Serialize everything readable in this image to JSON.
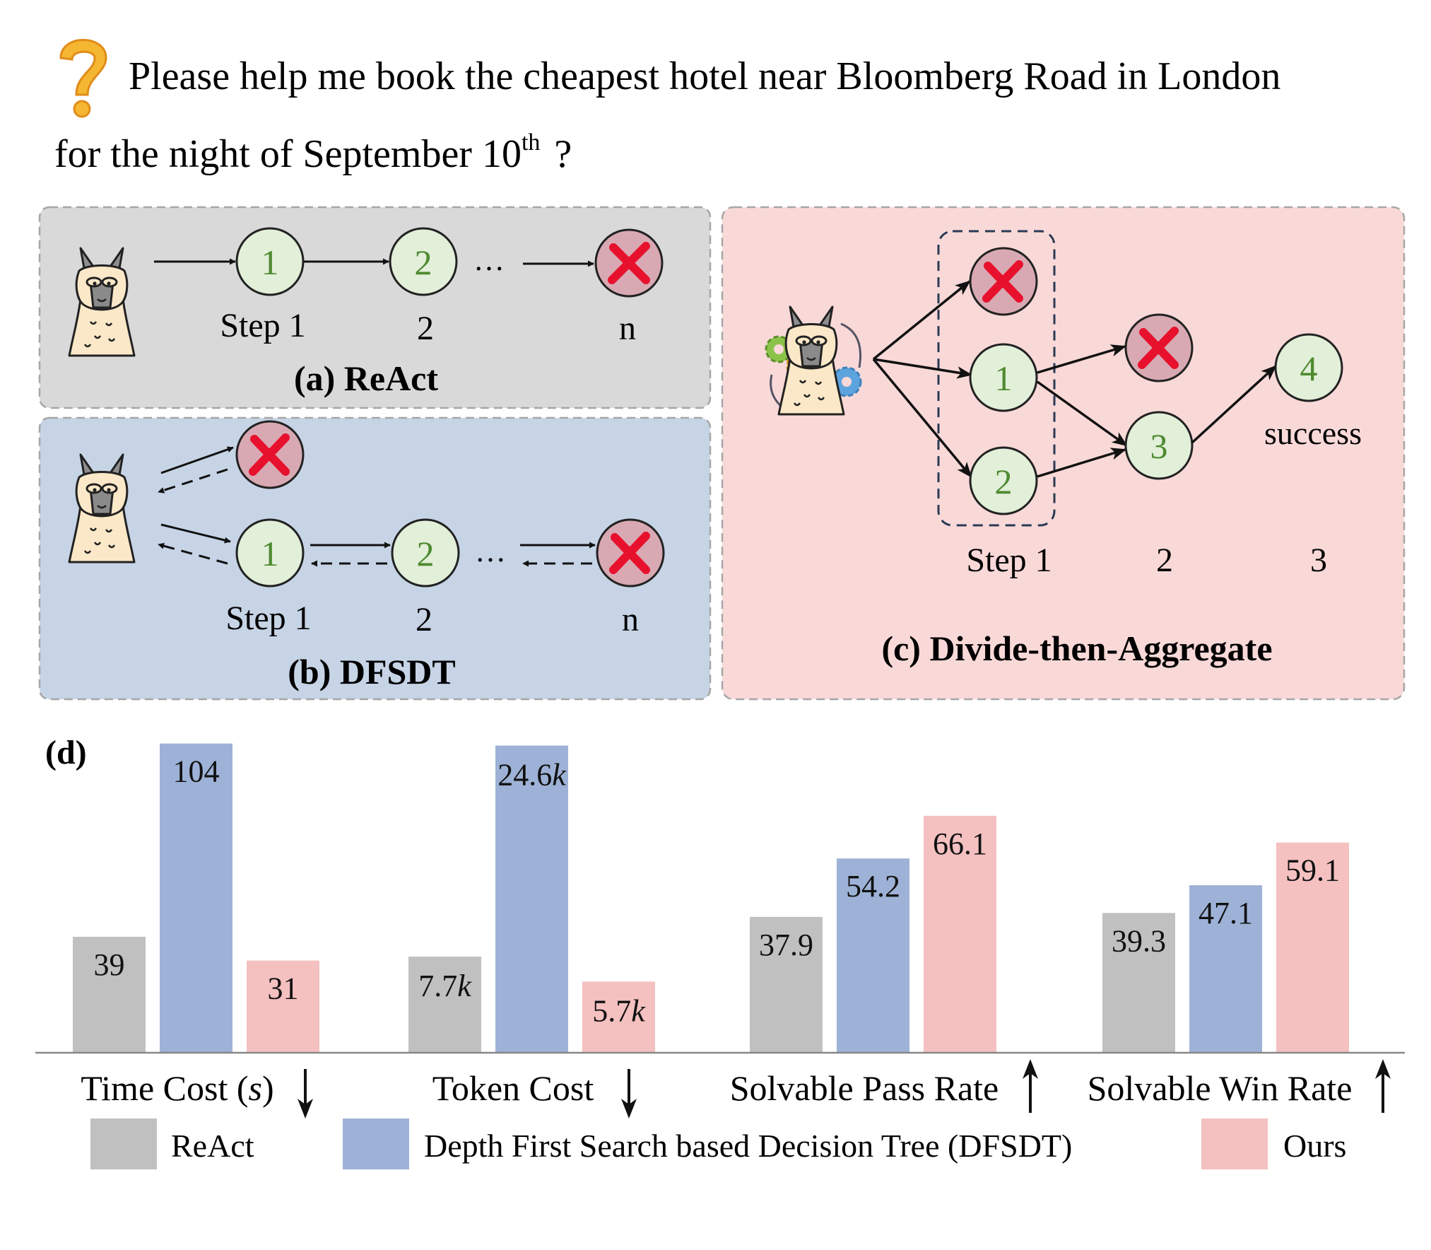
{
  "question": {
    "line1": "Please help me book the cheapest hotel near Bloomberg Road in London",
    "line2_pre": "for the night of September 10",
    "line2_sup": "th",
    "line2_post": "?"
  },
  "panel_a": {
    "title": "(a) ReAct",
    "nodes": [
      "1",
      "2"
    ],
    "ellipsis": "…",
    "step_labels": [
      "Step 1",
      "2",
      "n"
    ]
  },
  "panel_b": {
    "title": "(b) DFSDT",
    "nodes": [
      "1",
      "2"
    ],
    "ellipsis": "…",
    "step_labels": [
      "Step 1",
      "2",
      "n"
    ]
  },
  "panel_c": {
    "title": "(c) Divide-then-Aggregate",
    "nodes": [
      "1",
      "2",
      "3",
      "4"
    ],
    "success_label": "success",
    "step_labels": [
      "Step 1",
      "2",
      "3"
    ]
  },
  "panel_d": {
    "label": "(d)"
  },
  "chart_data": {
    "type": "bar",
    "categories": [
      "Time Cost (s)",
      "Token Cost",
      "Solvable Pass Rate",
      "Solvable Win Rate"
    ],
    "category_parts": [
      {
        "text": "Time Cost (",
        "ital": "s",
        "after": ")"
      },
      {
        "text": "Token Cost",
        "ital": "",
        "after": ""
      },
      {
        "text": "Solvable Pass Rate",
        "ital": "",
        "after": ""
      },
      {
        "text": "Solvable Win Rate",
        "ital": "",
        "after": ""
      }
    ],
    "arrows": [
      "down",
      "down",
      "up",
      "up"
    ],
    "series": [
      {
        "name": "ReAct",
        "values": [
          39,
          7.7,
          37.9,
          39.3
        ],
        "labels": [
          "39",
          "7.7k",
          "37.9",
          "39.3"
        ],
        "color": "#c0c0c0"
      },
      {
        "name": "Depth First Search based Decision Tree (DFSDT)",
        "values": [
          104,
          24.6,
          54.2,
          47.1
        ],
        "labels": [
          "104",
          "24.6k",
          "54.2",
          "47.1"
        ],
        "color": "#9db2d6"
      },
      {
        "name": "Ours",
        "values": [
          31,
          5.7,
          66.1,
          59.1
        ],
        "labels": [
          "31",
          "5.7k",
          "66.1",
          "59.1"
        ],
        "color": "#f4c0c0"
      }
    ],
    "legend_placement": "bottom",
    "grid": false
  },
  "colors": {
    "panel_a_bg": "#d9d9d9",
    "panel_b_bg": "#c6d4e6",
    "panel_c_bg": "#f9d9d8",
    "node_fill": "#e2efd9",
    "node_text": "#4e8a2f",
    "fail_fill": "#d8a9b3",
    "cross": "#e8112d",
    "question_mark": "#f5b731"
  }
}
